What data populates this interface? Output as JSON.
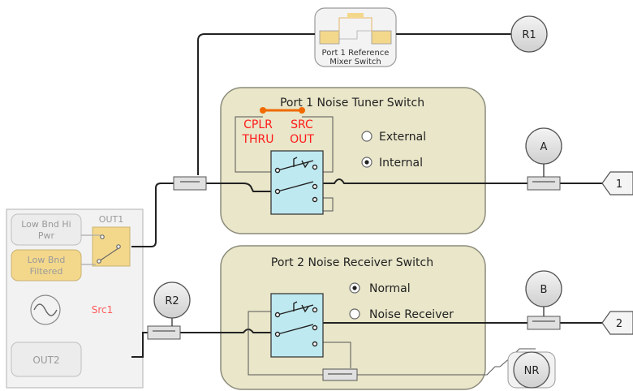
{
  "colors": {
    "panel_fill": "#e9e6c9",
    "panel_stroke": "#8c8c7c",
    "switch_fill": "#bfe9f0",
    "switch_stroke": "#3a3a3a",
    "highlight": "#f3d88c",
    "red_label": "#ff1a1a",
    "orange_dot": "#f06a00",
    "receiver_fill": "#e8e8e8",
    "source_gray_text": "#9a9a9a",
    "source_label": "#ff5a5a"
  },
  "mixer_switch": {
    "label_line1": "Port 1 Reference",
    "label_line2": "Mixer Switch"
  },
  "tuner_switch": {
    "title": "Port 1 Noise Tuner Switch",
    "cplr_line1": "CPLR",
    "cplr_line2": "THRU",
    "src_line1": "SRC",
    "src_line2": "OUT",
    "options": [
      {
        "label": "External",
        "selected": false
      },
      {
        "label": "Internal",
        "selected": true
      }
    ]
  },
  "receiver_switch": {
    "title": "Port 2 Noise Receiver Switch",
    "options": [
      {
        "label": "Normal",
        "selected": true
      },
      {
        "label": "Noise Receiver",
        "selected": false
      }
    ]
  },
  "source": {
    "btn_hi_line1": "Low Bnd Hi",
    "btn_hi_line2": "Pwr",
    "btn_filt_line1": "Low Bnd",
    "btn_filt_line2": "Filtered",
    "out1": "OUT1",
    "name": "Src1",
    "out2": "OUT2"
  },
  "receivers": {
    "r1": "R1",
    "r2": "R2",
    "a": "A",
    "b": "B",
    "nr": "NR"
  },
  "ports": {
    "p1": "1",
    "p2": "2"
  }
}
